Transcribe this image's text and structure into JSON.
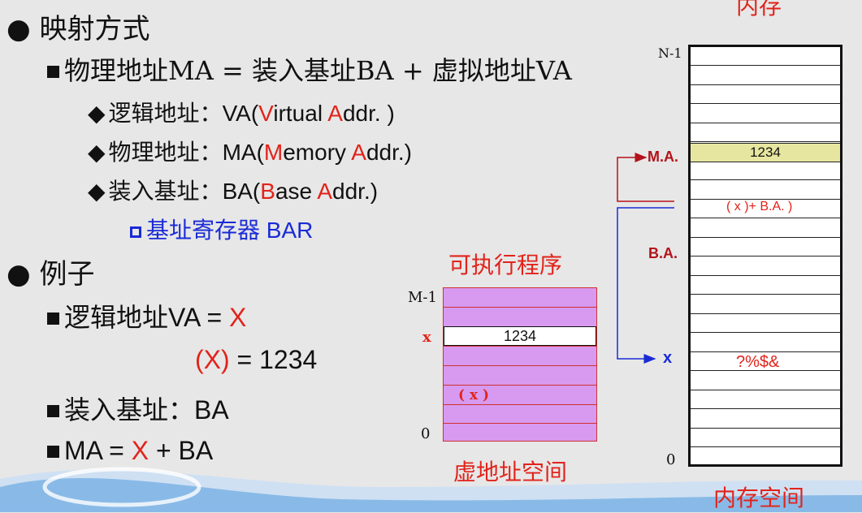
{
  "heading_mapping": "映射方式",
  "formula": "物理地址MA = 装入基址BA + 虚拟地址VA",
  "sub_items": [
    {
      "label": "逻辑地址：",
      "prefix": "VA(",
      "h1": "V",
      "m1": "irtual ",
      "h2": "A",
      "m2": "ddr. )"
    },
    {
      "label": "物理地址：",
      "prefix": "MA(",
      "h1": "M",
      "m1": "emory ",
      "h2": "A",
      "m2": "ddr.)"
    },
    {
      "label": "装入基址：",
      "prefix": "BA(",
      "h1": "B",
      "m1": "ase ",
      "h2": "A",
      "m2": "ddr.)"
    }
  ],
  "bar_register": "基址寄存器 BAR",
  "heading_example": "例子",
  "ex_va_label": "逻辑地址VA = ",
  "ex_va_x": "X",
  "ex_xval_x": "(X)",
  "ex_xval_rest": " = 1234",
  "ex_ba": "装入基址：BA",
  "ex_ma_left": "MA = ",
  "ex_ma_x": "X",
  "ex_ma_right": " + BA",
  "virtual": {
    "title": "可执行程序",
    "caption": "虚地址空间",
    "top_label": "M-1",
    "x_label": "x",
    "zero_label": "0",
    "x_cell": "1234",
    "x_paren": "( x )"
  },
  "memory": {
    "top_title": "内存",
    "caption": "内存空间",
    "top_label": "N-1",
    "ma_label": "M.A.",
    "ma_cell": "1234",
    "xba_cell": "( x )+ B.A. )",
    "ba_label": "B.A.",
    "x_label": "x",
    "garbage": "?%$&",
    "zero_label": "0"
  },
  "colors": {
    "red": "#e2231a",
    "blue": "#1a2bd6",
    "highlight": "#e7e6a0",
    "virtual_fill": "#d79af0"
  }
}
